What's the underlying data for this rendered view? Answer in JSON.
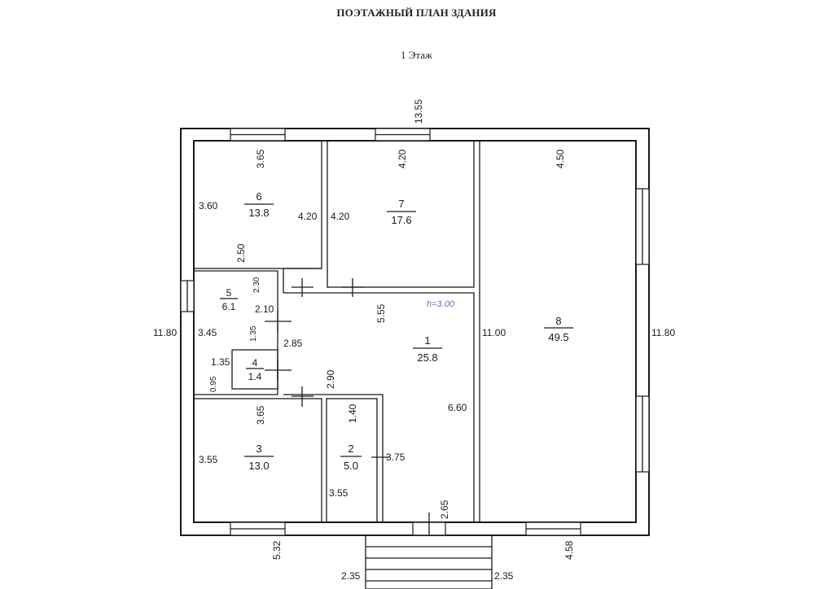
{
  "title": "ПОЭТАЖНЫЙ ПЛАН ЗДАНИЯ",
  "subtitle": "1 Этаж",
  "ceiling_height": "h=3.00",
  "rooms": [
    {
      "number": "1",
      "area": "25.8"
    },
    {
      "number": "2",
      "area": "5.0"
    },
    {
      "number": "3",
      "area": "13.0"
    },
    {
      "number": "4",
      "area": "1.4"
    },
    {
      "number": "5",
      "area": "6.1"
    },
    {
      "number": "6",
      "area": "13.8"
    },
    {
      "number": "7",
      "area": "17.6"
    },
    {
      "number": "8",
      "area": "49.5"
    }
  ],
  "dimensions": {
    "top_overall": "13.55",
    "left_overall": "11.80",
    "right_overall": "11.80",
    "bottom_left": "5.32",
    "bottom_right": "4.58",
    "porch_left": "2.35",
    "porch_right": "2.35",
    "r6_top": "3.65",
    "r6_left": "3.60",
    "r6_right": "4.20",
    "r6_bottom": "2.50",
    "r7_top": "4.20",
    "r7_left": "4.20",
    "r8_top": "4.50",
    "r8_left": "11.00",
    "r5_top": "2.30",
    "r5_right": "2.10",
    "r5_left": "3.45",
    "r5_inner": "1.35",
    "r4_top": "1.35",
    "r4_left": "0.95",
    "r1_left": "2.85",
    "r1_top": "5.55",
    "r1_bottom_left": "2.90",
    "r1_right": "6.60",
    "r1_door": "2.65",
    "r3_top": "3.65",
    "r3_left": "3.55",
    "r2_top": "1.40",
    "r2_bottom": "3.55",
    "r2_right": "3.75"
  }
}
